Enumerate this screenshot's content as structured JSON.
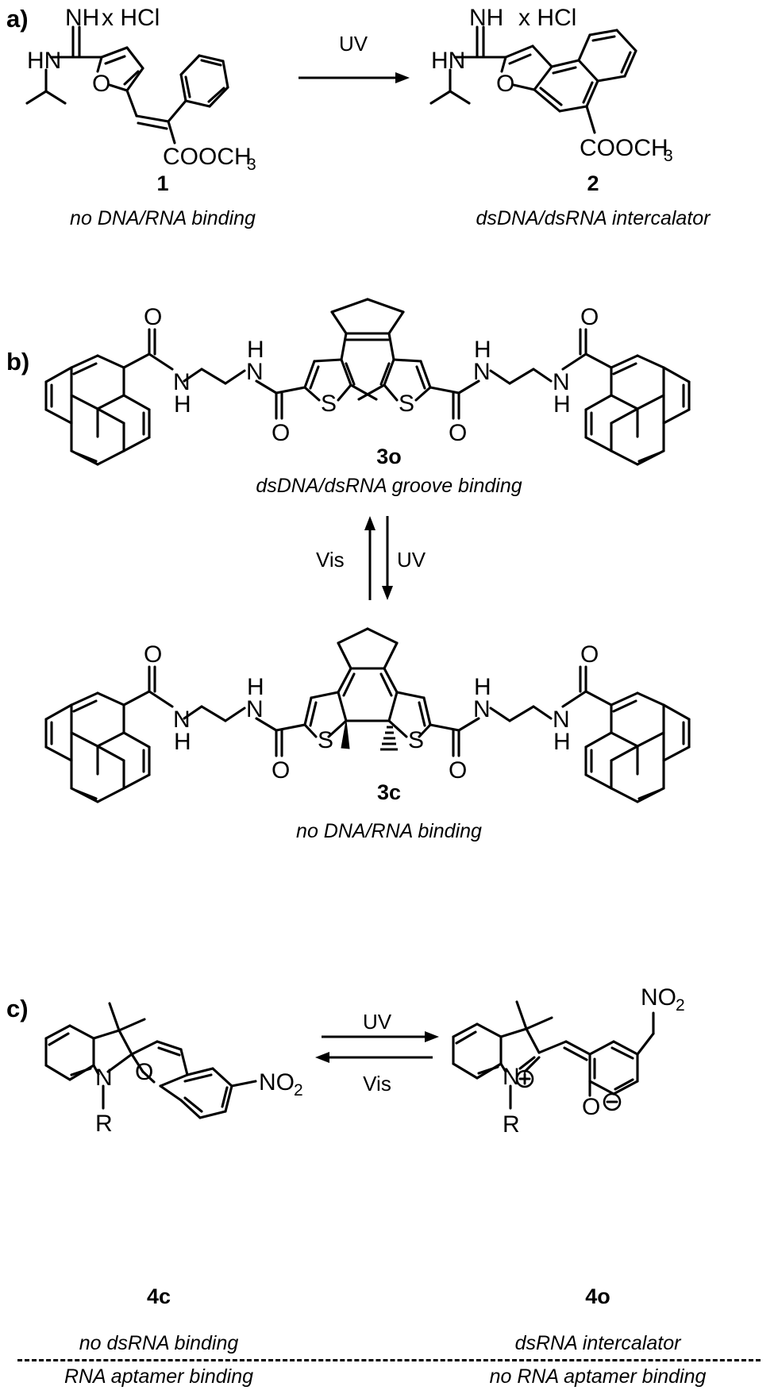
{
  "figure": {
    "title": "Photochromic DNA/RNA binding compounds scheme",
    "panels": [
      {
        "letter": "a)",
        "reaction_labels": {
          "forward": "UV"
        },
        "compounds": [
          {
            "id": "1",
            "label": "1",
            "caption": "no DNA/RNA binding",
            "salt_text": "x HCl",
            "atom_labels": [
              "NH",
              "HN",
              "O",
              "COOCH",
              "3"
            ]
          },
          {
            "id": "2",
            "label": "2",
            "caption": "dsDNA/dsRNA intercalator",
            "salt_text": "x HCl",
            "atom_labels": [
              "NH",
              "HN",
              "O",
              "COOCH",
              "3"
            ]
          }
        ]
      },
      {
        "letter": "b)",
        "reaction_labels": {
          "up": "Vis",
          "down": "UV"
        },
        "compounds": [
          {
            "id": "3o",
            "label": "3o",
            "caption": "dsDNA/dsRNA groove binding",
            "atom_labels": [
              "O",
              "N",
              "H",
              "S"
            ]
          },
          {
            "id": "3c",
            "label": "3c",
            "caption": "no DNA/RNA binding",
            "atom_labels": [
              "O",
              "N",
              "H",
              "S"
            ]
          }
        ]
      },
      {
        "letter": "c)",
        "reaction_labels": {
          "forward": "UV",
          "reverse": "Vis"
        },
        "compounds": [
          {
            "id": "4c",
            "label": "4c",
            "caption_top": "no dsRNA binding",
            "caption_bottom": "RNA aptamer binding",
            "atom_labels": [
              "N",
              "O",
              "R",
              "NO",
              "2"
            ]
          },
          {
            "id": "4o",
            "label": "4o",
            "caption_top": "dsRNA intercalator",
            "caption_bottom": "no RNA aptamer binding",
            "atom_labels": [
              "N",
              "O",
              "R",
              "NO",
              "2"
            ]
          }
        ]
      }
    ],
    "colors": {
      "ink": "#000000",
      "background": "#ffffff"
    }
  }
}
